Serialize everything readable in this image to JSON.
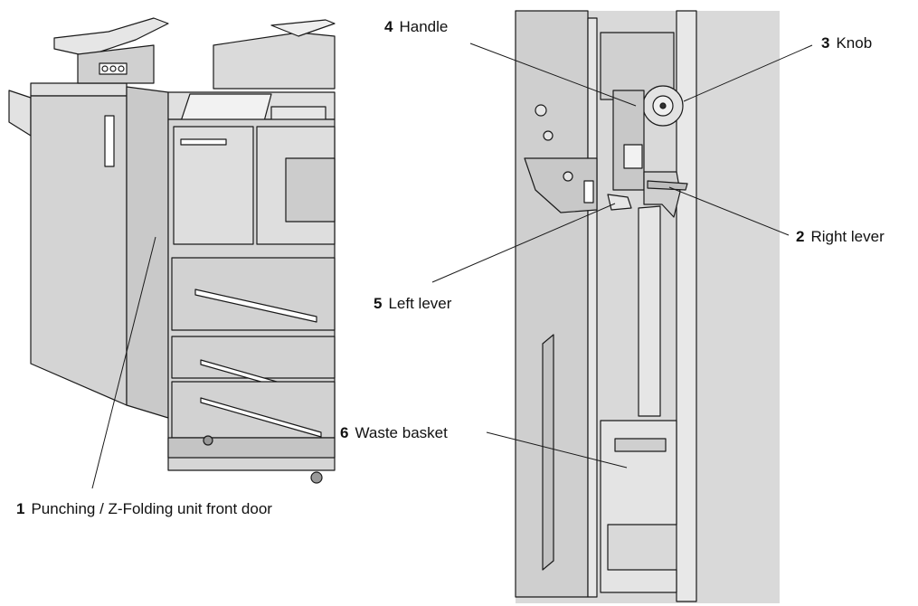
{
  "callouts": {
    "c1": {
      "number": "1",
      "label": "Punching / Z-Folding unit front door"
    },
    "c2": {
      "number": "2",
      "label": "Right lever"
    },
    "c3": {
      "number": "3",
      "label": "Knob"
    },
    "c4": {
      "number": "4",
      "label": "Handle"
    },
    "c5": {
      "number": "5",
      "label": "Left lever"
    },
    "c6": {
      "number": "6",
      "label": "Waste basket"
    }
  },
  "colors": {
    "machine_body": "#d4d4d4",
    "machine_shade": "#bdbdbd",
    "detail_panel": "#d9d9d9",
    "outline": "#1a1a1a"
  }
}
